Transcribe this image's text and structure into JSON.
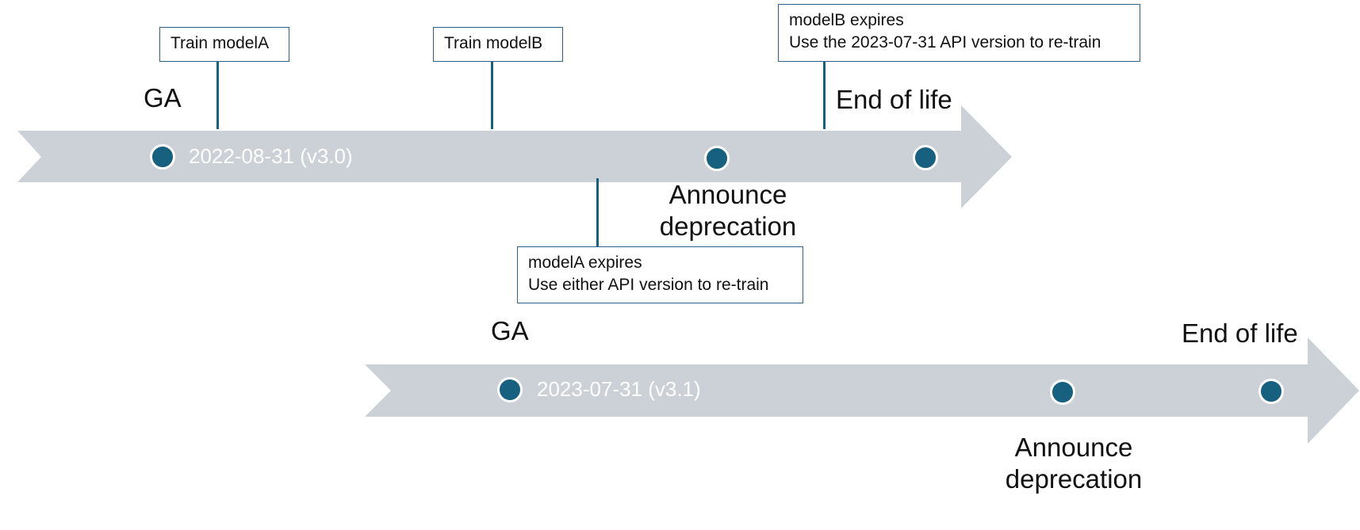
{
  "timelines": [
    {
      "version_label": "2022-08-31 (v3.0)",
      "milestones": {
        "ga": "GA",
        "announce_deprecation": "Announce deprecation",
        "end_of_life": "End of life"
      },
      "callouts": [
        {
          "lines": [
            "Train modelA"
          ]
        },
        {
          "lines": [
            "Train modelB"
          ]
        },
        {
          "lines": [
            "modelB expires",
            "Use the 2023-07-31 API version to re-train"
          ]
        },
        {
          "lines": [
            "modelA expires",
            "Use either API version to re-train"
          ]
        }
      ]
    },
    {
      "version_label": "2023-07-31 (v3.1)",
      "milestones": {
        "ga": "GA",
        "announce_deprecation": "Announce deprecation",
        "end_of_life": "End of life"
      }
    }
  ],
  "colors": {
    "band": "#ccd1d7",
    "marker": "#17607f",
    "connector": "#17607f",
    "box_border": "#2f5f8a",
    "text": "#111111",
    "band_text": "#ffffff"
  },
  "icons": {
    "milestone_marker": "filled-circle-icon"
  }
}
